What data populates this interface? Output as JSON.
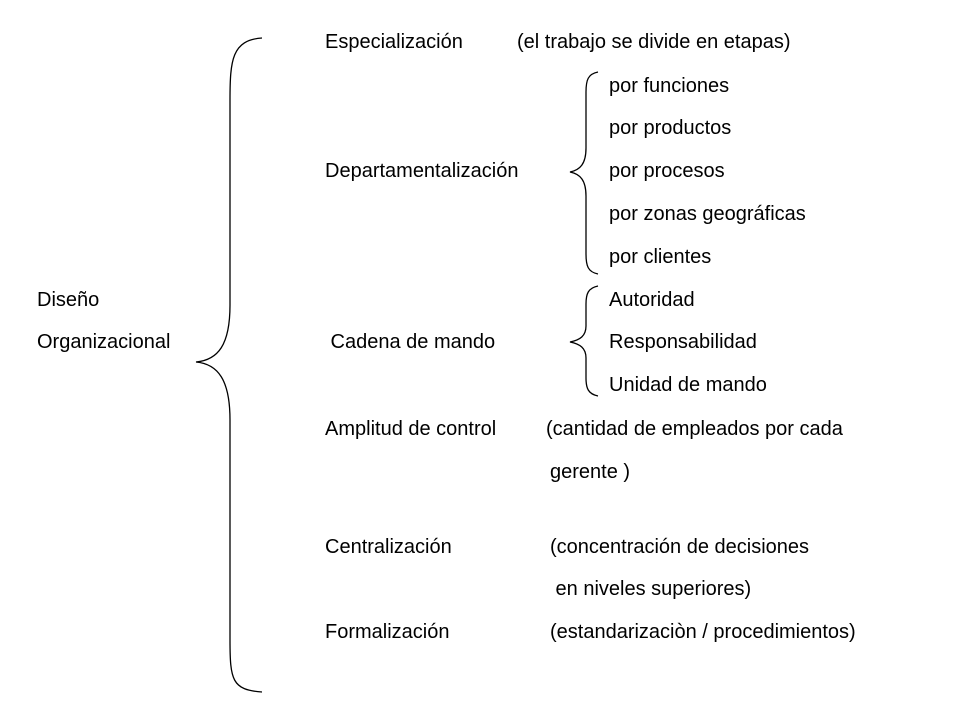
{
  "root": {
    "line1": "Diseño",
    "line2": "Organizacional"
  },
  "especializacion": {
    "label": "Especialización",
    "note": "(el trabajo se divide en etapas)"
  },
  "departamentalizacion": {
    "label": "Departamentalización",
    "items": [
      "por funciones",
      "por productos",
      "por procesos",
      "por zonas geográficas",
      "por clientes"
    ]
  },
  "cadena": {
    "label": " Cadena de mando",
    "items": [
      "Autoridad",
      "Responsabilidad",
      "Unidad de mando"
    ]
  },
  "amplitud": {
    "label": "Amplitud de control",
    "note1": "(cantidad de empleados por cada",
    "note2": "gerente )"
  },
  "centralizacion": {
    "label": "Centralización",
    "note1": "(concentración de decisiones",
    "note2": " en niveles superiores)"
  },
  "formalizacion": {
    "label": "Formalización",
    "note": "(estandarizaciòn / procedimientos)"
  }
}
